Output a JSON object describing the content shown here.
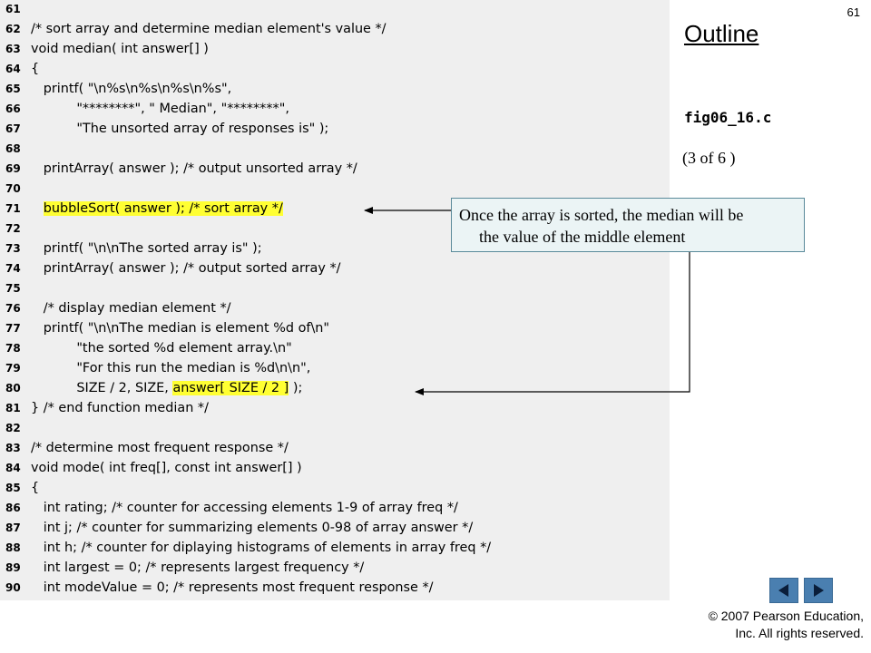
{
  "slide": {
    "page_number": "61",
    "outline_title": "Outline",
    "figure_name": "fig06_16.c",
    "part_label": "(3 of 6 )",
    "copyright_line1": "© 2007 Pearson Education,",
    "copyright_line2": "Inc.  All rights reserved."
  },
  "callout": {
    "line1": "Once the array is sorted, the median will be",
    "line2": "the value of the middle element"
  },
  "nav": {
    "prev_icon": "triangle-left-icon",
    "next_icon": "triangle-right-icon",
    "button_color": "#4a7fb0"
  },
  "colors": {
    "highlight": "#ffff33",
    "code_background": "#efefef"
  },
  "code_lines": [
    {
      "num": "61",
      "segs": [
        {
          "t": ""
        }
      ]
    },
    {
      "num": "62",
      "segs": [
        {
          "t": "/* sort array and determine median element's value */"
        }
      ]
    },
    {
      "num": "63",
      "segs": [
        {
          "t": "void median( int answer[] )"
        }
      ]
    },
    {
      "num": "64",
      "segs": [
        {
          "t": "{"
        }
      ]
    },
    {
      "num": "65",
      "segs": [
        {
          "t": "   printf( \"\\n%s\\n%s\\n%s\\n%s\","
        }
      ]
    },
    {
      "num": "66",
      "segs": [
        {
          "t": "           \"********\", \" Median\", \"********\","
        }
      ]
    },
    {
      "num": "67",
      "segs": [
        {
          "t": "           \"The unsorted array of responses is\" );"
        }
      ]
    },
    {
      "num": "68",
      "segs": [
        {
          "t": ""
        }
      ]
    },
    {
      "num": "69",
      "segs": [
        {
          "t": "   printArray( answer ); /* output unsorted array */"
        }
      ]
    },
    {
      "num": "70",
      "segs": [
        {
          "t": ""
        }
      ]
    },
    {
      "num": "71",
      "segs": [
        {
          "t": "   "
        },
        {
          "t": "bubbleSort( answer ); /* sort array */",
          "hl": true
        }
      ]
    },
    {
      "num": "72",
      "segs": [
        {
          "t": ""
        }
      ]
    },
    {
      "num": "73",
      "segs": [
        {
          "t": "   printf( \"\\n\\nThe sorted array is\" );"
        }
      ]
    },
    {
      "num": "74",
      "segs": [
        {
          "t": "   printArray( answer ); /* output sorted array */"
        }
      ]
    },
    {
      "num": "75",
      "segs": [
        {
          "t": ""
        }
      ]
    },
    {
      "num": "76",
      "segs": [
        {
          "t": "   /* display median element */"
        }
      ]
    },
    {
      "num": "77",
      "segs": [
        {
          "t": "   printf( \"\\n\\nThe median is element %d of\\n\""
        }
      ]
    },
    {
      "num": "78",
      "segs": [
        {
          "t": "           \"the sorted %d element array.\\n\""
        }
      ]
    },
    {
      "num": "79",
      "segs": [
        {
          "t": "           \"For this run the median is %d\\n\\n\","
        }
      ]
    },
    {
      "num": "80",
      "segs": [
        {
          "t": "           SIZE / 2, SIZE, "
        },
        {
          "t": "answer[ SIZE / 2 ]",
          "hl": true
        },
        {
          "t": " );"
        }
      ]
    },
    {
      "num": "81",
      "segs": [
        {
          "t": "} /* end function median */"
        }
      ]
    },
    {
      "num": "82",
      "segs": [
        {
          "t": ""
        }
      ]
    },
    {
      "num": "83",
      "segs": [
        {
          "t": "/* determine most frequent response */"
        }
      ]
    },
    {
      "num": "84",
      "segs": [
        {
          "t": "void mode( int freq[], const int answer[] )"
        }
      ]
    },
    {
      "num": "85",
      "segs": [
        {
          "t": "{"
        }
      ]
    },
    {
      "num": "86",
      "segs": [
        {
          "t": "   int rating; /* counter for accessing elements 1-9 of array freq */"
        }
      ]
    },
    {
      "num": "87",
      "segs": [
        {
          "t": "   int j; /* counter for summarizing elements 0-98 of array answer */"
        }
      ]
    },
    {
      "num": "88",
      "segs": [
        {
          "t": "   int h; /* counter for diplaying histograms of elements in array freq */"
        }
      ]
    },
    {
      "num": "89",
      "segs": [
        {
          "t": "   int largest = 0; /* represents largest frequency */"
        }
      ]
    },
    {
      "num": "90",
      "segs": [
        {
          "t": "   int modeValue = 0; /* represents most frequent response */"
        }
      ]
    }
  ]
}
